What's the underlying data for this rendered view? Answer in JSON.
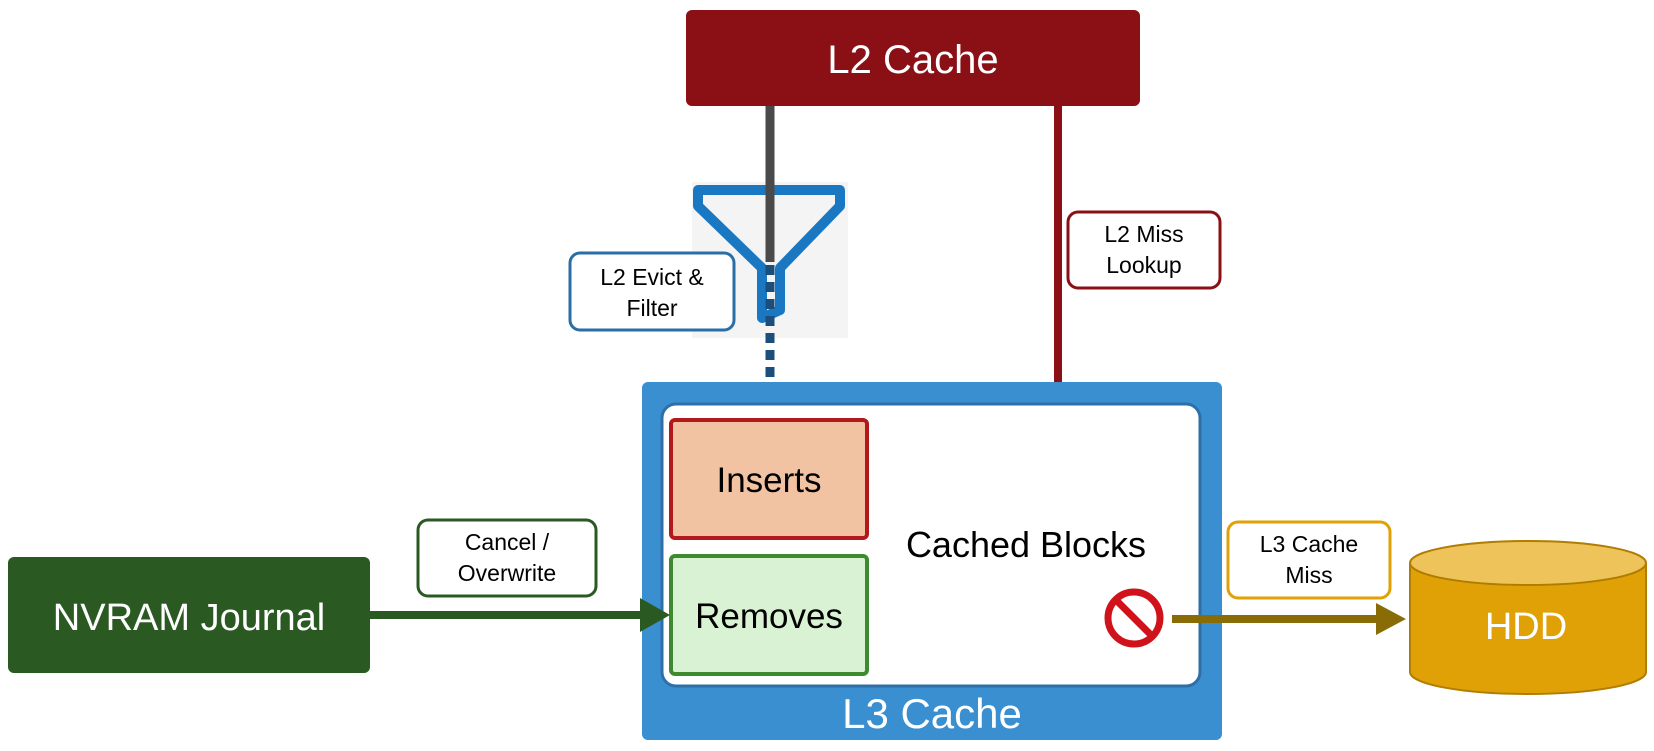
{
  "nodes": {
    "l2_cache": "L2 Cache",
    "l3_cache": "L3 Cache",
    "cached_blocks": "Cached Blocks",
    "inserts": "Inserts",
    "removes": "Removes",
    "nvram_journal": "NVRAM Journal",
    "hdd": "HDD"
  },
  "edge_labels": {
    "l2_evict_filter": [
      "L2 Evict &",
      "Filter"
    ],
    "l2_miss_lookup": [
      "L2 Miss",
      "Lookup"
    ],
    "cancel_overwrite": [
      "Cancel /",
      "Overwrite"
    ],
    "l3_cache_miss": [
      "L3 Cache",
      "Miss"
    ]
  },
  "colors": {
    "l2_red": "#8a1016",
    "l3_blue": "#3a8fd1",
    "nvram_green": "#2a5a22",
    "hdd_gold": "#e0a106",
    "hdd_arrow": "#8a6c06",
    "inserts_fill": "#f2c3a2",
    "removes_fill": "#d9f2d4",
    "filter_blue": "#1a78c2",
    "dark_line": "#4a4a4a",
    "dotted_blue": "#1b4e7a",
    "evict_label_border": "#2b6ea6",
    "no_icon_red": "#d0121b"
  },
  "icons": [
    "funnel-filter-icon",
    "no-entry-icon",
    "database-cylinder-icon"
  ]
}
